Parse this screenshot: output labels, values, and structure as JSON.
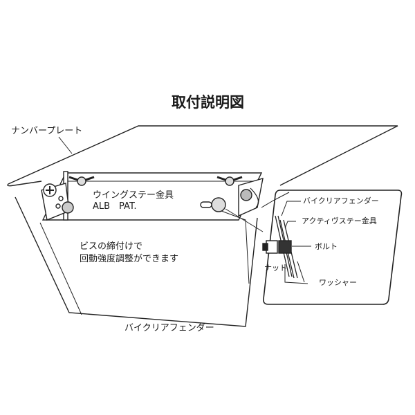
{
  "title": "取付説明図",
  "labels": {
    "number_plate": "ナンバープレート",
    "wing_stay": "ウイングステー金具",
    "alb_pat": "ALB　PAT.",
    "adjust_line1": "ビスの締付けで",
    "adjust_line2": "回動強度調整ができます",
    "fender_bottom": "バイクリアフェンダー"
  },
  "detail": {
    "fender": "バイクリアフェンダー",
    "active_stay": "アクティヴステー金具",
    "bolt": "ボルト",
    "nut": "ナット",
    "washer": "ワッシャー"
  }
}
